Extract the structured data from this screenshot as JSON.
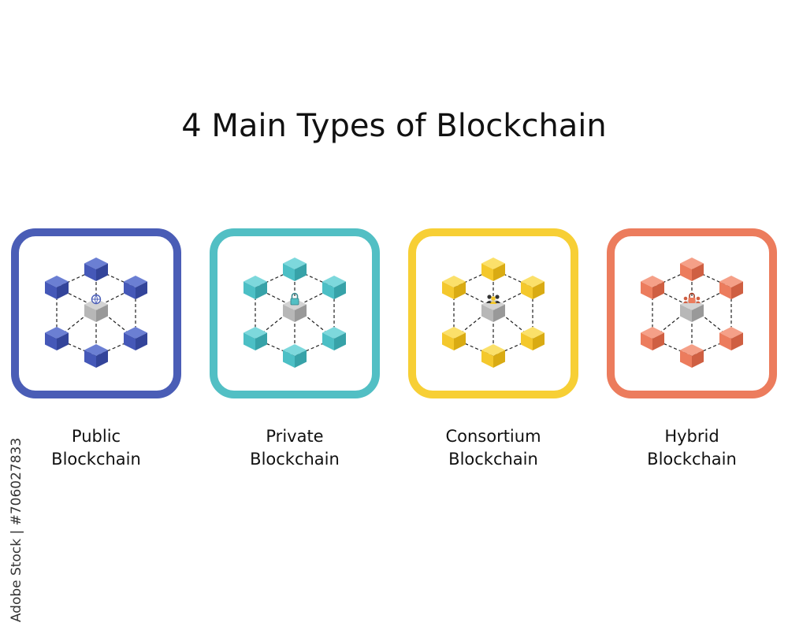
{
  "title": "4 Main Types of Blockchain",
  "cards": [
    {
      "line1": "Public",
      "line2": "Blockchain",
      "frame": "#4a5db6",
      "block_top": "#6b7fd3",
      "block_left": "#4558b8",
      "block_right": "#33449a",
      "center_icon": "globe-icon"
    },
    {
      "line1": "Private",
      "line2": "Blockchain",
      "frame": "#52bfc4",
      "block_top": "#7dd8dc",
      "block_left": "#4cbfc5",
      "block_right": "#37a2a8",
      "center_icon": "lock-icon"
    },
    {
      "line1": "Consortium",
      "line2": "Blockchain",
      "frame": "#f7cf35",
      "block_top": "#fbe06a",
      "block_left": "#f4c82c",
      "block_right": "#d9ab13",
      "center_icon": "group-icon"
    },
    {
      "line1": "Hybrid",
      "line2": "Blockchain",
      "frame": "#ec7c5d",
      "block_top": "#f5a088",
      "block_left": "#ec7c5d",
      "block_right": "#cf5f42",
      "center_icon": "lock-group-icon"
    }
  ],
  "center_block": {
    "top": "#d3d3d3",
    "left": "#b7b7b7",
    "right": "#999999"
  },
  "side_text": "Adobe Stock | #706027833"
}
